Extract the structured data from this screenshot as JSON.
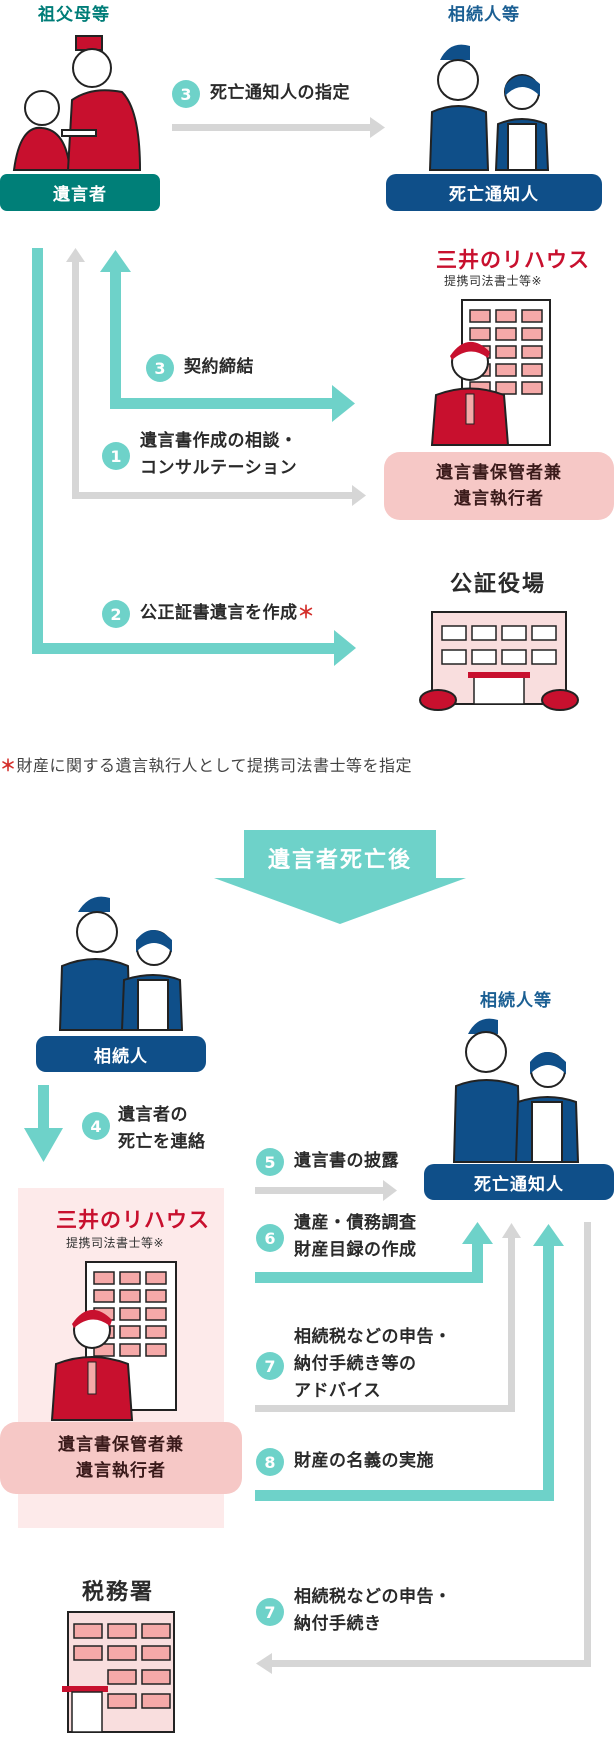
{
  "top": {
    "grandparent_caption": "祖父母等",
    "heir_caption": "相続人等",
    "testator_pill": "遺言者",
    "notifier_pill": "死亡通知人",
    "brand": "三井のリハウス",
    "brand_sub": "提携司法書士等※",
    "executor_line1": "遺言書保管者兼",
    "executor_line2": "遺言執行者",
    "notary": "公証役場",
    "steps": [
      {
        "num": "3",
        "label": "死亡通知人の指定"
      },
      {
        "num": "3",
        "label": "契約締結"
      },
      {
        "num": "1",
        "label_line1": "遺言書作成の相談・",
        "label_line2": "コンサルテーション"
      },
      {
        "num": "2",
        "label": "公正証書遺言を作成"
      }
    ],
    "asterisk": "＊",
    "footnote": "財産に関する遺言執行人として提携司法書士等を指定"
  },
  "banner": "遺言者死亡後",
  "bottom": {
    "heir_pill": "相続人",
    "heir_caption": "相続人等",
    "notifier_pill": "死亡通知人",
    "brand": "三井のリハウス",
    "brand_sub": "提携司法書士等※",
    "executor_line1": "遺言書保管者兼",
    "executor_line2": "遺言執行者",
    "tax_office": "税務署",
    "steps": [
      {
        "num": "4",
        "label_line1": "遺言者の",
        "label_line2": "死亡を連絡"
      },
      {
        "num": "5",
        "label": "遺言書の披露"
      },
      {
        "num": "6",
        "label_line1": "遺産・債務調査",
        "label_line2": "財産目録の作成"
      },
      {
        "num": "7",
        "label_line1": "相続税などの申告・",
        "label_line2": "納付手続き等の",
        "label_line3": "アドバイス"
      },
      {
        "num": "8",
        "label": "財産の名義の実施"
      },
      {
        "num": "7",
        "label_line1": "相続税などの申告・",
        "label_line2": "納付手続き"
      }
    ]
  },
  "colors": {
    "teal_arrow": "#6ed2c9",
    "gray_arrow": "#d6d6d6",
    "navy": "#0f4f89",
    "dark_teal": "#007f78",
    "pink": "#f6c8c6",
    "red": "#c8102e"
  }
}
